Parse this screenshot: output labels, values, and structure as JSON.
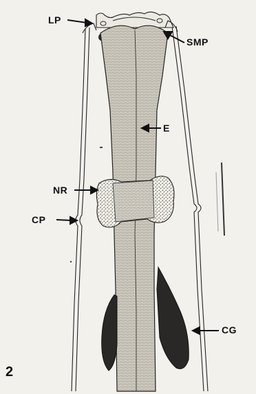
{
  "figure": {
    "number": "2",
    "labels": {
      "lp": "LP",
      "smp": "SMP",
      "e": "E",
      "nr": "NR",
      "cp": "CP",
      "cg": "CG"
    }
  },
  "colors": {
    "background": "#f3f1ec",
    "ink": "#111111",
    "tissue": "#cfcac0",
    "tissue_shade": "#8e8880",
    "gland": "#2a2826"
  }
}
